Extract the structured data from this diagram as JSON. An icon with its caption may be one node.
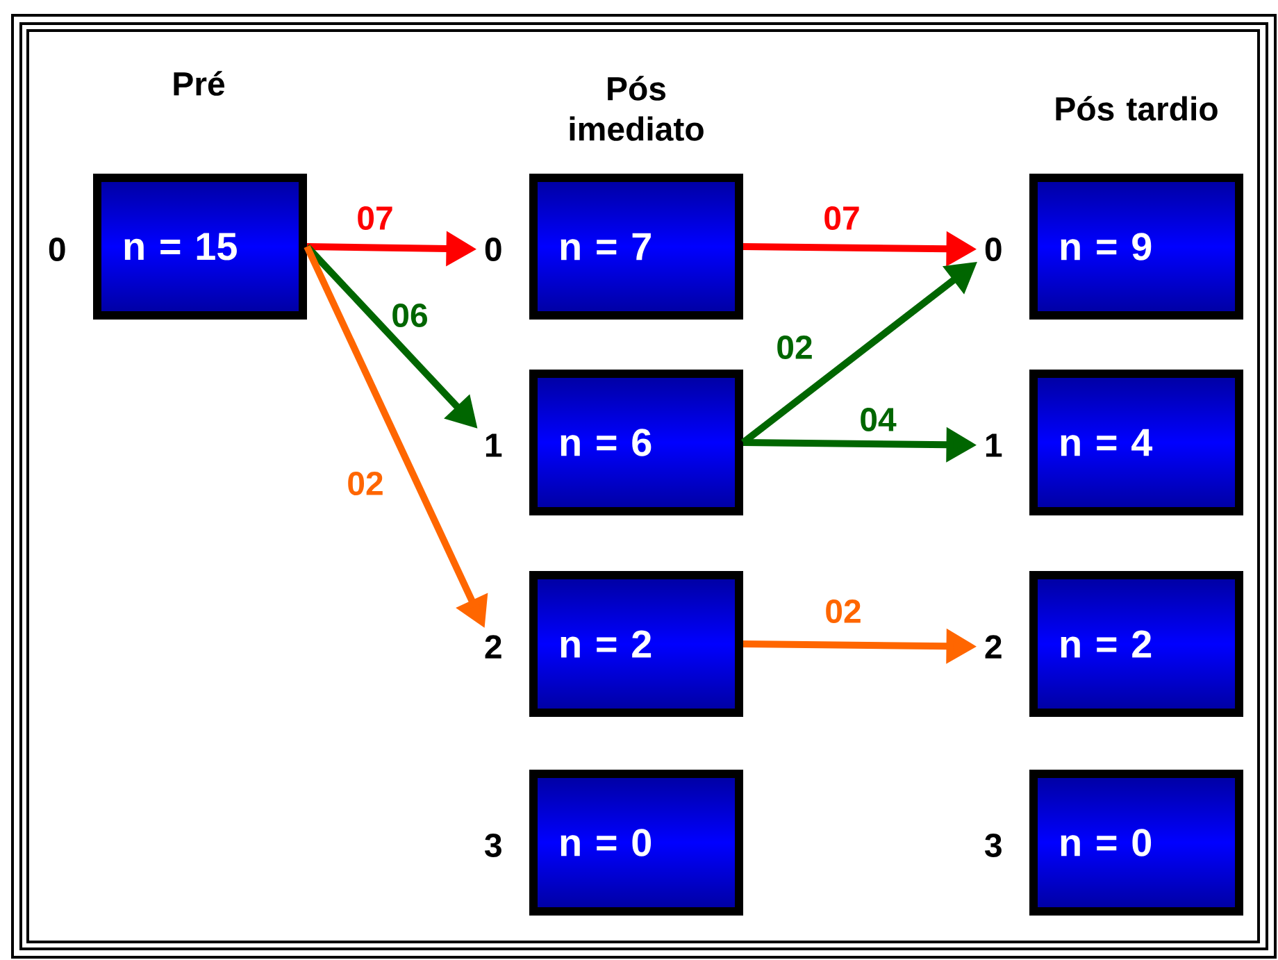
{
  "diagram": {
    "nodes": [
      {
        "text": [
          "n = 15"
        ],
        "beside": [
          "0"
        ]
      },
      {
        "text": [
          "n = 7"
        ],
        "beside": [
          "0"
        ]
      },
      {
        "text": [
          "n = 6"
        ],
        "beside": [
          "1"
        ]
      },
      {
        "text": [
          "n = 2"
        ],
        "beside": [
          "2"
        ]
      },
      {
        "text": [
          "n = 0"
        ],
        "beside": [
          "3"
        ]
      },
      {
        "text": [
          "n = 9"
        ],
        "beside": [
          "0"
        ]
      },
      {
        "text": [
          "n = 4"
        ],
        "beside": [
          "1"
        ]
      },
      {
        "text": [
          "n = 2"
        ],
        "beside": [
          "2"
        ]
      },
      {
        "text": [
          "n = 0"
        ],
        "beside": [
          "3"
        ]
      }
    ],
    "edges": [
      {
        "from": 0,
        "to": 1,
        "arrow": "to",
        "label": "07",
        "color": "#ff0000"
      },
      {
        "from": 0,
        "to": 2,
        "arrow": "to",
        "label": "06",
        "color": "#006600"
      },
      {
        "from": 0,
        "to": 3,
        "arrow": "to",
        "label": "02",
        "color": "#ff6600"
      },
      {
        "from": 1,
        "to": 5,
        "arrow": "to",
        "label": "07",
        "color": "#ff0000"
      },
      {
        "from": 2,
        "to": 5,
        "arrow": "to",
        "label": "02",
        "color": "#006600"
      },
      {
        "from": 2,
        "to": 6,
        "arrow": "to",
        "label": "04",
        "color": "#006600"
      },
      {
        "from": 3,
        "to": 7,
        "arrow": "to",
        "label": "02",
        "color": "#ff6600"
      }
    ],
    "labels": [
      "Pré",
      "Pós imediato",
      "Pós tardio"
    ]
  }
}
